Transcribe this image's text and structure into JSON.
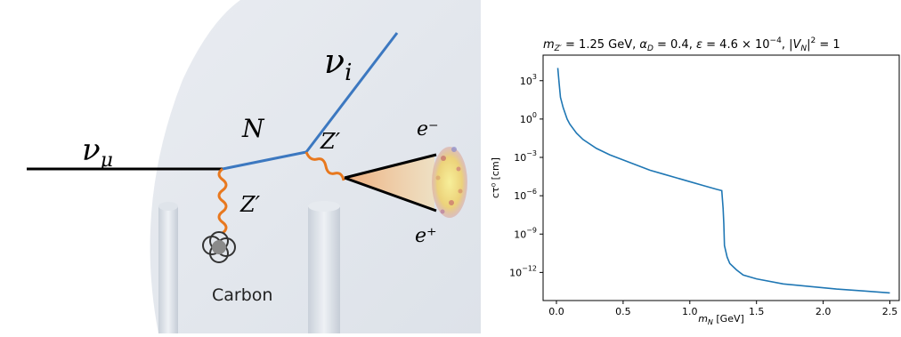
{
  "diagram": {
    "nu_mu": "ν",
    "nu_mu_sub": "μ",
    "nu_i": "ν",
    "nu_i_sub": "i",
    "N": "N",
    "zprime_upper": "Z′",
    "zprime_lower": "Z′",
    "e_minus": "e⁻",
    "e_plus": "e⁺",
    "carbon": "Carbon",
    "colors": {
      "neutrino_line": "#000000",
      "heavy_line": "#3c78c0",
      "boson": "#e8781e"
    }
  },
  "chart_data": {
    "type": "line",
    "title": "m_{Z'} = 1.25 GeV, α_D = 0.4, ε = 4.6 × 10^{-4}, |V_N|^2 = 1",
    "title_parts": {
      "t1": "m",
      "t1_sub": "Z′",
      "t2": " = 1.25 GeV, ",
      "t3": "α",
      "t3_sub": "D",
      "t4": " = 0.4, ",
      "t5": "ε",
      "t6": " = 4.6 × 10",
      "t6_sup": "−4",
      "t7": ", |",
      "t8": "V",
      "t8_sub": "N",
      "t9": "|",
      "t9_sup": "2",
      "t10": " = 1"
    },
    "xlabel": "m_N [GeV]",
    "xlabel_parts": {
      "m": "m",
      "sub": "N",
      "rest": " [GeV]"
    },
    "ylabel": "cτ⁰ [cm]",
    "yscale": "log",
    "xlim": [
      -0.1,
      2.57
    ],
    "ylim_log10": [
      -14.2,
      5.0
    ],
    "xticks": [
      {
        "v": 0.0,
        "label": "0.0"
      },
      {
        "v": 0.5,
        "label": "0.5"
      },
      {
        "v": 1.0,
        "label": "1.0"
      },
      {
        "v": 1.5,
        "label": "1.5"
      },
      {
        "v": 2.0,
        "label": "2.0"
      },
      {
        "v": 2.5,
        "label": "2.5"
      }
    ],
    "yticks": [
      {
        "exp": 3,
        "base": "10",
        "sup": "3"
      },
      {
        "exp": 0,
        "base": "10",
        "sup": "0"
      },
      {
        "exp": -3,
        "base": "10",
        "sup": "−3"
      },
      {
        "exp": -6,
        "base": "10",
        "sup": "−6"
      },
      {
        "exp": -9,
        "base": "10",
        "sup": "−9"
      },
      {
        "exp": -12,
        "base": "10",
        "sup": "−12"
      }
    ],
    "series": [
      {
        "color": "#1f77b4",
        "points": [
          [
            0.01,
            4.0
          ],
          [
            0.02,
            2.8
          ],
          [
            0.03,
            1.7
          ],
          [
            0.05,
            0.9
          ],
          [
            0.08,
            0.0
          ],
          [
            0.1,
            -0.4
          ],
          [
            0.15,
            -1.1
          ],
          [
            0.2,
            -1.6
          ],
          [
            0.3,
            -2.3
          ],
          [
            0.4,
            -2.8
          ],
          [
            0.5,
            -3.2
          ],
          [
            0.6,
            -3.6
          ],
          [
            0.7,
            -4.0
          ],
          [
            0.8,
            -4.3
          ],
          [
            0.9,
            -4.6
          ],
          [
            1.0,
            -4.9
          ],
          [
            1.1,
            -5.2
          ],
          [
            1.2,
            -5.5
          ],
          [
            1.24,
            -5.6
          ],
          [
            1.25,
            -7.0
          ],
          [
            1.255,
            -8.2
          ],
          [
            1.26,
            -9.9
          ],
          [
            1.28,
            -10.8
          ],
          [
            1.3,
            -11.3
          ],
          [
            1.35,
            -11.8
          ],
          [
            1.4,
            -12.2
          ],
          [
            1.5,
            -12.5
          ],
          [
            1.7,
            -12.9
          ],
          [
            1.9,
            -13.1
          ],
          [
            2.1,
            -13.3
          ],
          [
            2.3,
            -13.45
          ],
          [
            2.5,
            -13.6
          ]
        ]
      }
    ]
  }
}
